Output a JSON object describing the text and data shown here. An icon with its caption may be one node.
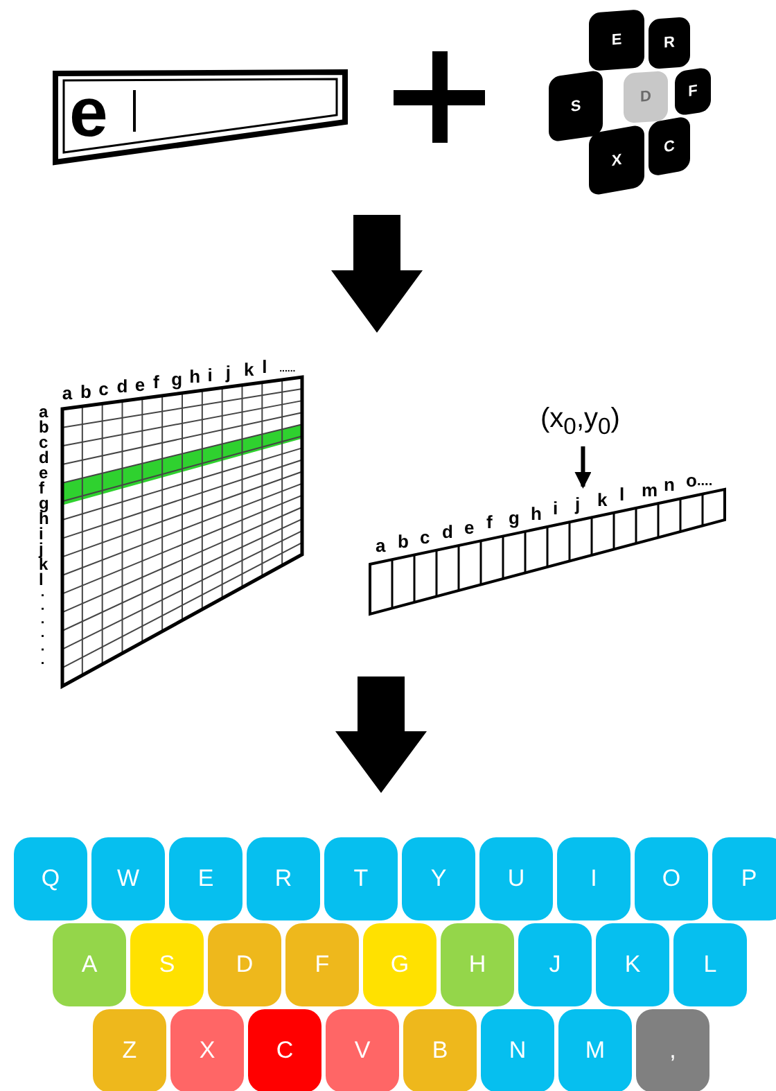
{
  "diagram": {
    "nodes": [
      {
        "text": [
          "e"
        ]
      },
      {
        "text": [
          "E"
        ]
      },
      {
        "text": [
          "R"
        ]
      },
      {
        "text": [
          "S"
        ]
      },
      {
        "text": [
          "D"
        ]
      },
      {
        "text": [
          "F"
        ]
      },
      {
        "text": [
          "X"
        ]
      },
      {
        "text": [
          "C"
        ]
      },
      {
        "text": [
          "(x$_{0}$,y$_{0}$)"
        ]
      },
      {
        "text": [
          "Q"
        ]
      },
      {
        "text": [
          "W"
        ]
      },
      {
        "text": [
          "E"
        ]
      },
      {
        "text": [
          "R"
        ]
      },
      {
        "text": [
          "T"
        ]
      },
      {
        "text": [
          "Y"
        ]
      },
      {
        "text": [
          "U"
        ]
      },
      {
        "text": [
          "I"
        ]
      },
      {
        "text": [
          "O"
        ]
      },
      {
        "text": [
          "P"
        ]
      },
      {
        "text": [
          "A"
        ]
      },
      {
        "text": [
          "S"
        ]
      },
      {
        "text": [
          "D"
        ]
      },
      {
        "text": [
          "F"
        ]
      },
      {
        "text": [
          "G"
        ]
      },
      {
        "text": [
          "H"
        ]
      },
      {
        "text": [
          "J"
        ]
      },
      {
        "text": [
          "K"
        ]
      },
      {
        "text": [
          "L"
        ]
      },
      {
        "text": [
          "Z"
        ]
      },
      {
        "text": [
          "X"
        ]
      },
      {
        "text": [
          "C"
        ]
      },
      {
        "text": [
          "V"
        ]
      },
      {
        "text": [
          "B"
        ]
      },
      {
        "text": [
          "N"
        ]
      },
      {
        "text": [
          "M"
        ]
      },
      {
        "text": [
          ","
        ]
      },
      {
        "text": [],
        "shape": "bar"
      }
    ],
    "edges": [
      {
        "from": 8,
        "to": 36,
        "arrow": "to"
      }
    ],
    "labels": [
      "a",
      "b",
      "c",
      "d",
      "e",
      "f",
      "g",
      "h",
      "i",
      "j",
      "k",
      "l",
      "......",
      "a",
      "b",
      "c",
      "d",
      "e",
      "f",
      "g",
      "h",
      "i",
      "j",
      "k",
      "l",
      "......",
      "a",
      "b",
      "c",
      "d",
      "e",
      "f",
      "g",
      "h",
      "i",
      "j",
      "k",
      "l",
      "m",
      "n",
      "o",
      "...."
    ]
  }
}
